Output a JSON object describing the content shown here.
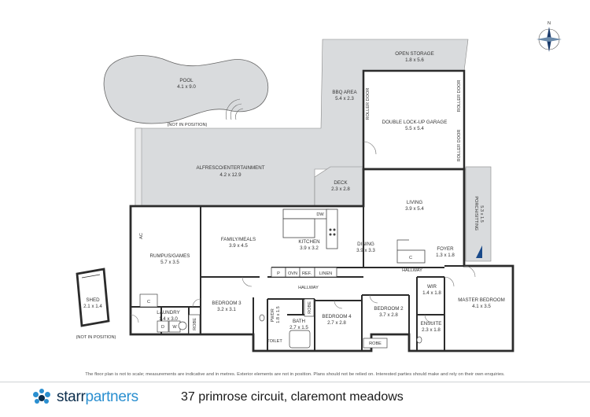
{
  "rooms": {
    "pool": {
      "name": "POOL",
      "dims": "4.1 x 9.0"
    },
    "pool_note": "(NOT IN POSITION)",
    "open_storage": {
      "name": "OPEN STORAGE",
      "dims": "1.8 x 5.6"
    },
    "bbq": {
      "name": "BBQ AREA",
      "dims": "5.4 x 2.3"
    },
    "garage": {
      "name": "DOUBLE LOCK-UP GARAGE",
      "dims": "5.5 x 5.4"
    },
    "roller_door": "ROLLER DOOR",
    "alfresco": {
      "name": "ALFRESCO/ENTERTAINMENT",
      "dims": "4.2 x 12.9"
    },
    "deck": {
      "name": "DECK",
      "dims": "2.3 x 2.8"
    },
    "living": {
      "name": "LIVING",
      "dims": "3.9 x 5.4"
    },
    "porch": {
      "name": "PORCH/SITTING",
      "dims": "5.3 x 1.5"
    },
    "rumpus": {
      "name": "RUMPUS/GAMES",
      "dims": "5.7 x 3.5"
    },
    "family": {
      "name": "FAMILY/MEALS",
      "dims": "3.9 x 4.5"
    },
    "kitchen": {
      "name": "KITCHEN",
      "dims": "3.9 x 3.2"
    },
    "dining": {
      "name": "DINING",
      "dims": "3.9 x 3.3"
    },
    "foyer": {
      "name": "FOYER",
      "dims": "1.3 x 1.8"
    },
    "shed": {
      "name": "SHED",
      "dims": "2.1 x 1.4"
    },
    "shed_note": "(NOT IN POSITION)",
    "laundry": {
      "name": "LAUNDRY",
      "dims": "1.4 x 3.0"
    },
    "bedroom3": {
      "name": "BEDROOM 3",
      "dims": "3.2 x 3.1"
    },
    "pwdr": {
      "name": "PWDR",
      "dims": "1.8 x 1.5"
    },
    "bath": {
      "name": "BATH",
      "dims": "2.7 x 1.5"
    },
    "bedroom4": {
      "name": "BEDROOM 4",
      "dims": "2.7 x 2.8"
    },
    "bedroom2": {
      "name": "BEDROOM 2",
      "dims": "3.7 x 2.8"
    },
    "wir": {
      "name": "WIR",
      "dims": "1.4 x 1.8"
    },
    "ensuite": {
      "name": "ENSUITE",
      "dims": "2.3 x 1.8"
    },
    "master": {
      "name": "MASTER BEDROOM",
      "dims": "4.1 x 3.5"
    }
  },
  "tags": {
    "hallway": "HALLWAY",
    "hallway2": "HALLWAY",
    "linen": "LINEN",
    "pantry": "P",
    "oven": "OVN",
    "fridge": "REF.",
    "dishwasher": "DW",
    "ac": "AC",
    "cupboard": "C",
    "dryer": "D",
    "washer": "W",
    "robe": "ROBE",
    "toilet": "TOILET",
    "north": "N"
  },
  "disclaimer": "The floor plan is not to scale; measurements are indicative and in metres. Exterior elements are not in position. Plans should not be relied on. Interested parties should make and rely on their own enquiries.",
  "brand": {
    "part1": "starr",
    "part2": "partners"
  },
  "address": "37 primrose circuit, claremont meadows",
  "colors": {
    "outdoor": "#d9dbdd",
    "wall": "#2b2b2b",
    "brand_dark": "#0b2d4c",
    "brand_blue": "#2a8fd0"
  }
}
